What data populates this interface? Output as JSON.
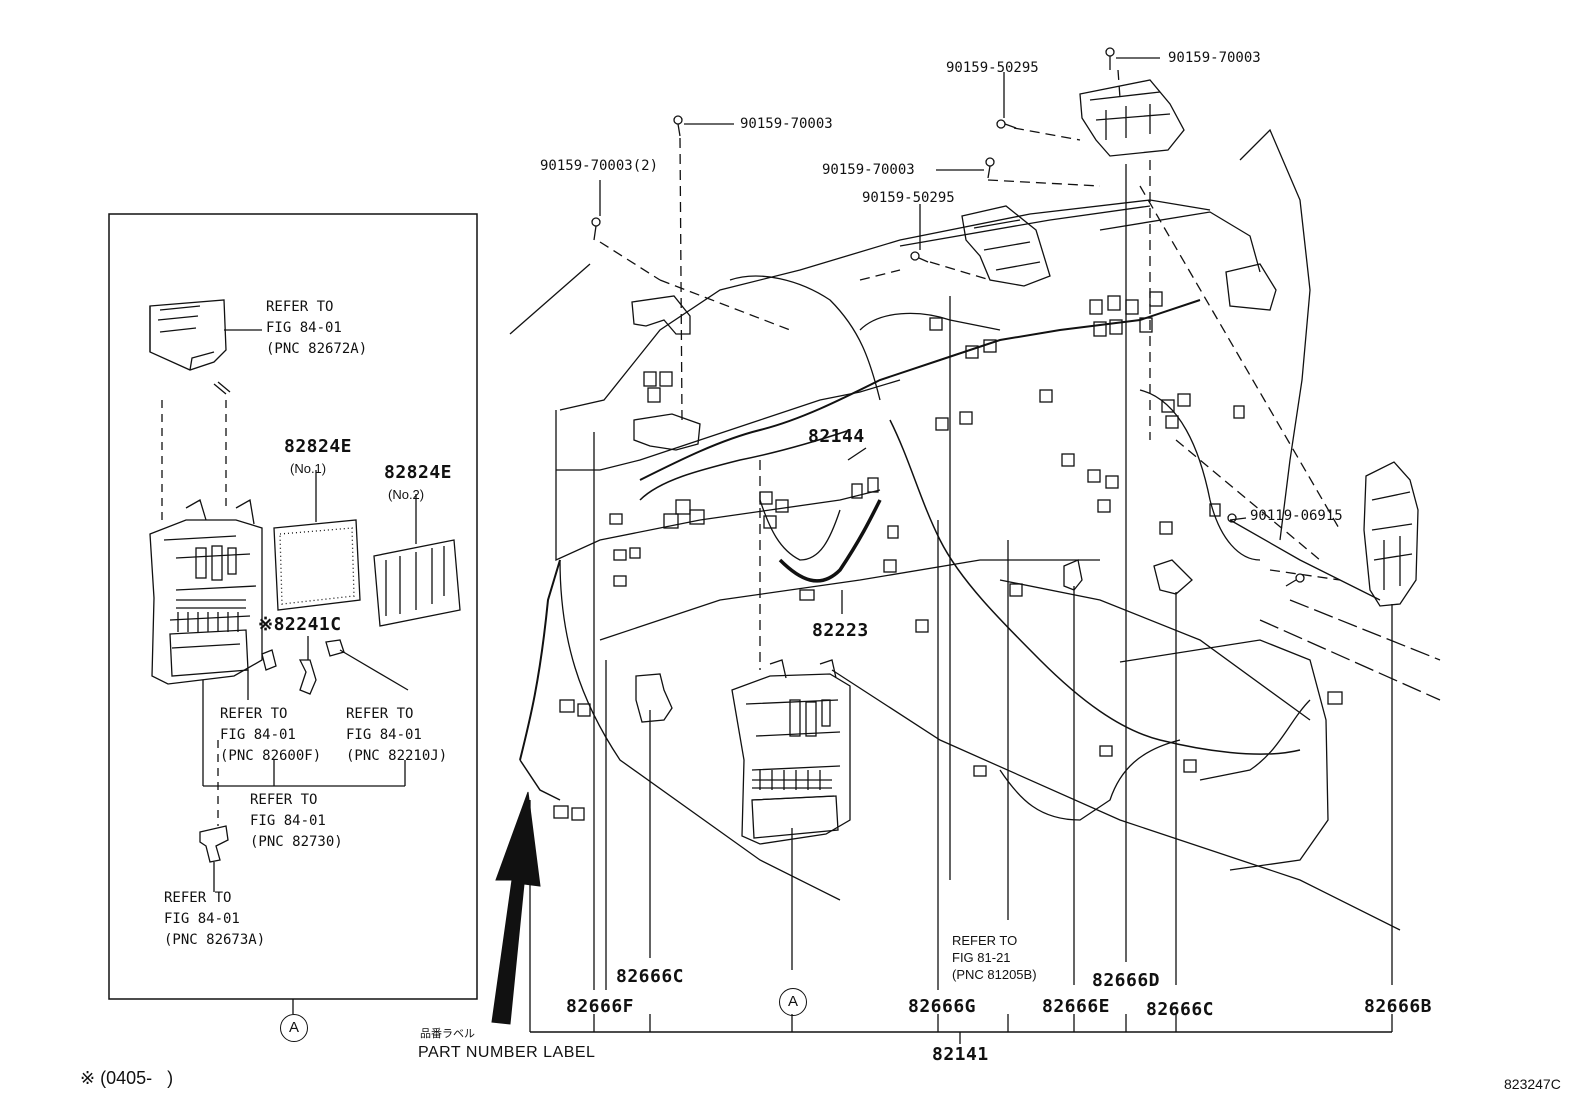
{
  "bolts": {
    "b1": "90159-70003",
    "b2": "90159-50295",
    "b3": "90159-70003",
    "b4": "90159-70003(2)",
    "b5": "90159-70003",
    "b6": "90159-50295",
    "b7": "90119-06915"
  },
  "inset": {
    "refer1": [
      "REFER TO",
      "FIG 84-01",
      "(PNC 82672A)"
    ],
    "part_82824e_1": "82824E",
    "part_82824e_1_note": "(No.1)",
    "part_82824e_2": "82824E",
    "part_82824e_2_note": "(No.2)",
    "part_82241c": "※82241C",
    "refer2": [
      "REFER TO",
      "FIG 84-01",
      "(PNC 82600F)"
    ],
    "refer3": [
      "REFER TO",
      "FIG 84-01",
      "(PNC 82210J)"
    ],
    "refer4": [
      "REFER TO",
      "FIG 84-01",
      "(PNC 82730)"
    ],
    "refer5": [
      "REFER TO",
      "FIG 84-01",
      "(PNC 82673A)"
    ],
    "callout": "A"
  },
  "main": {
    "p82144": "82144",
    "p82223": "82223",
    "p82666c_left": "82666C",
    "p82666f": "82666F",
    "callout": "A",
    "refer_fig81": [
      "REFER TO",
      "FIG 81-21",
      "(PNC 81205B)"
    ],
    "p82666g": "82666G",
    "p82666d": "82666D",
    "p82666e": "82666E",
    "p82666c_right": "82666C",
    "p82666b": "82666B",
    "p82141": "82141",
    "label_jp": "品番ラベル",
    "label_part_number": "PART NUMBER LABEL"
  },
  "footer": {
    "note": "※ (0405-   )",
    "figure_code": "823247C"
  }
}
